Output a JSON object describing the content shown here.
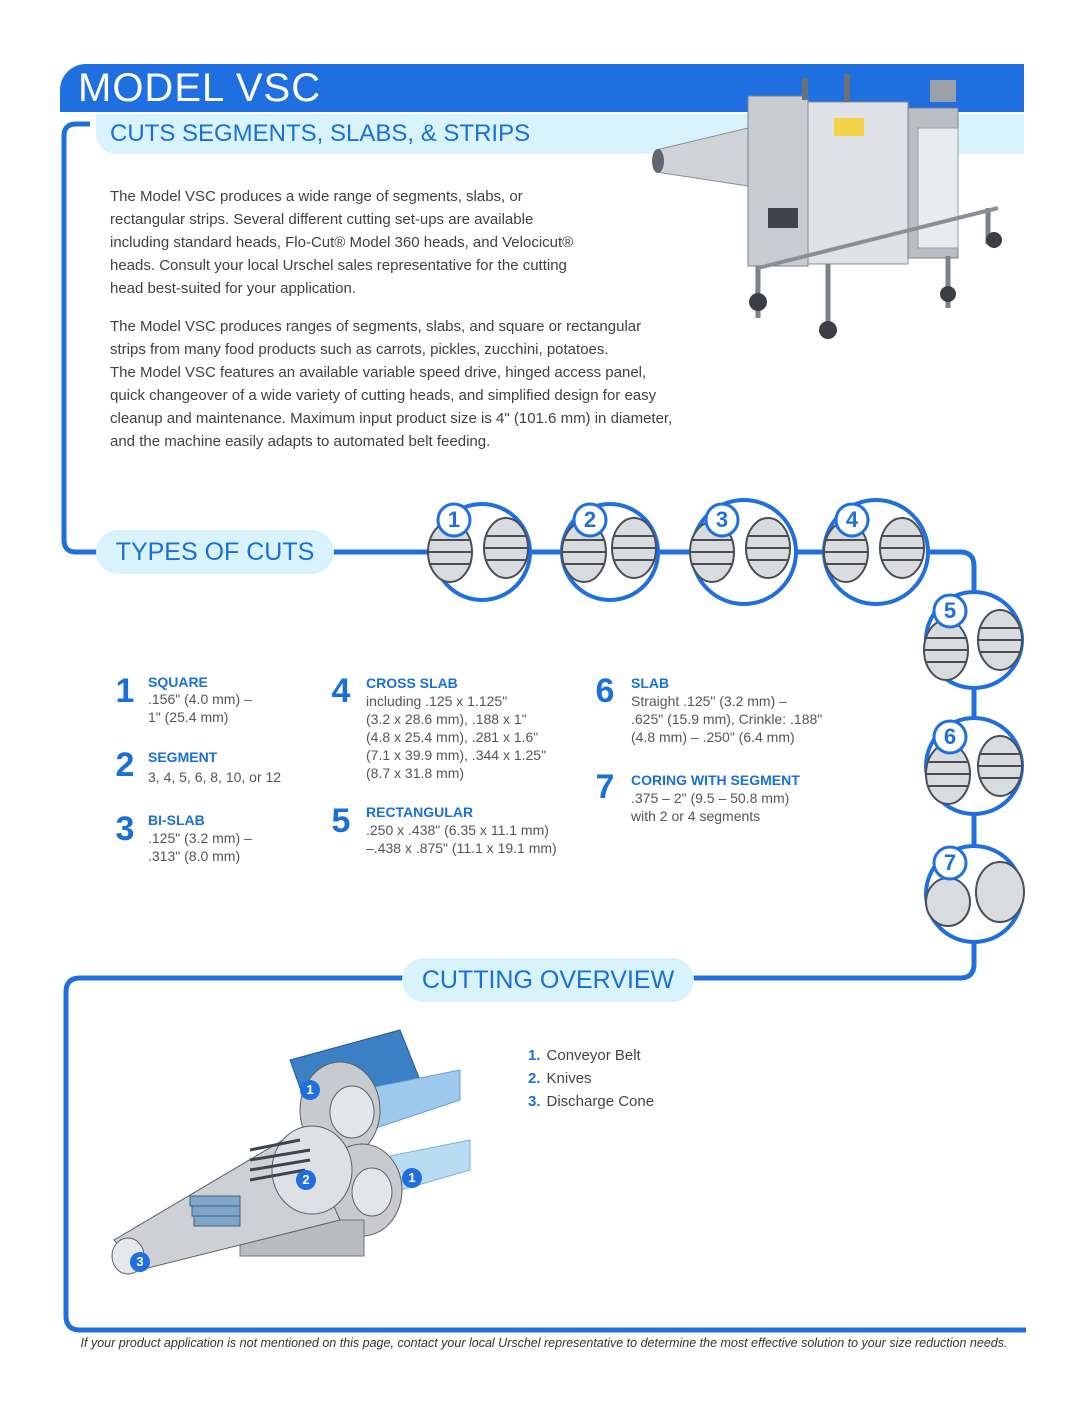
{
  "header": {
    "title": "MODEL VSC",
    "subtitle": "CUTS SEGMENTS, SLABS, & STRIPS"
  },
  "intro": {
    "p1_lines": [
      "The Model VSC produces a wide range of segments, slabs, or",
      "rectangular strips. Several different cutting set-ups are available",
      "including standard heads, Flo-Cut® Model 360 heads, and Velocicut®",
      "heads. Consult your local Urschel sales representative for the cutting",
      "head best-suited for your application."
    ],
    "p2_lines": [
      "The Model VSC produces ranges of segments, slabs, and square or rectangular",
      "strips from many food products such as carrots, pickles, zucchini, potatoes.",
      "The Model VSC features an available variable speed drive, hinged access panel,",
      "quick changeover of a wide variety of cutting heads, and simplified design for easy",
      "cleanup and maintenance. Maximum input product size is 4\" (101.6 mm) in diameter,",
      "and the machine easily adapts to automated belt feeding."
    ]
  },
  "types_of_cuts": {
    "heading": "TYPES OF CUTS",
    "items": [
      {
        "num": "1",
        "name": "SQUARE",
        "desc": ".156\" (4.0 mm) –\n1\" (25.4 mm)"
      },
      {
        "num": "2",
        "name": "SEGMENT",
        "desc": "3, 4, 5, 6, 8, 10, or 12"
      },
      {
        "num": "3",
        "name": "BI-SLAB",
        "desc": ".125\" (3.2 mm) –\n.313\" (8.0 mm)"
      },
      {
        "num": "4",
        "name": "CROSS SLAB",
        "desc": "including .125 x 1.125\"\n(3.2 x 28.6 mm), .188 x 1\"\n(4.8 x 25.4 mm), .281 x 1.6\"\n(7.1 x 39.9 mm), .344 x 1.25\"\n(8.7 x 31.8 mm)"
      },
      {
        "num": "5",
        "name": "RECTANGULAR",
        "desc": ".250 x .438\" (6.35 x 11.1 mm)\n–.438 x .875\" (11.1 x 19.1 mm)"
      },
      {
        "num": "6",
        "name": "SLAB",
        "desc": "Straight .125\" (3.2 mm) –\n.625\" (15.9 mm), Crinkle: .188\"\n(4.8 mm) – .250\" (6.4 mm)"
      },
      {
        "num": "7",
        "name": "CORING WITH SEGMENT",
        "desc": ".375 – 2\" (9.5 – 50.8 mm)\nwith 2 or 4 segments"
      }
    ]
  },
  "cutting_overview": {
    "heading": "CUTTING OVERVIEW",
    "items": [
      {
        "num": "1.",
        "label": "Conveyor Belt"
      },
      {
        "num": "2.",
        "label": "Knives"
      },
      {
        "num": "3.",
        "label": "Discharge Cone"
      }
    ],
    "callouts": [
      "1",
      "1",
      "2",
      "3"
    ]
  },
  "footnote": "If your product application is not mentioned on this page, contact your local Urschel representative to determine the most effective solution to your size reduction needs.",
  "colors": {
    "accent": "#1f6fe0",
    "light": "#d8f3fb",
    "text": "#404040"
  }
}
